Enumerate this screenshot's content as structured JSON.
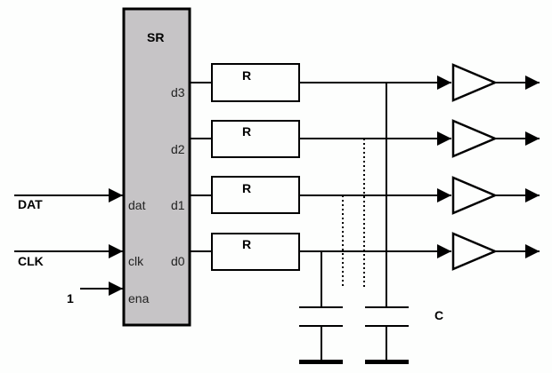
{
  "diagram": {
    "title": "Shift register driving RC network and buffers",
    "shift_register": {
      "label": "SR",
      "fill_color": "#c6c4c6",
      "inputs": [
        {
          "pin": "dat",
          "signal": "DAT"
        },
        {
          "pin": "clk",
          "signal": "CLK"
        },
        {
          "pin": "ena",
          "signal": "1"
        }
      ],
      "outputs": [
        "d3",
        "d2",
        "d1",
        "d0"
      ]
    },
    "resistors": [
      {
        "label": "R",
        "output": "d3"
      },
      {
        "label": "R",
        "output": "d2"
      },
      {
        "label": "R",
        "output": "d1"
      },
      {
        "label": "R",
        "output": "d0"
      }
    ],
    "capacitor_label": "C",
    "buffers_count": 4,
    "output_arrows_count": 4
  }
}
